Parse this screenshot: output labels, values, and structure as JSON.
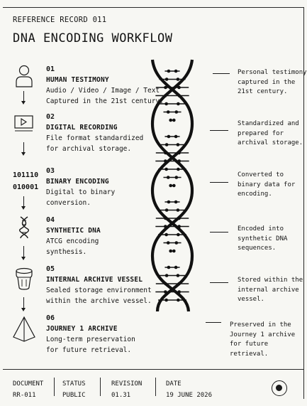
{
  "header": {
    "record_label": "REFERENCE RECORD 011",
    "title": "DNA ENCODING WORKFLOW"
  },
  "binary_icon": {
    "line1": "101110",
    "line2": "010001"
  },
  "steps": [
    {
      "number": "01",
      "heading": "HUMAN TESTIMONY",
      "line1": "Audio / Video / Image / Text",
      "line2": "Captured in the 21st century.",
      "icon": "person-icon"
    },
    {
      "number": "02",
      "heading": "DIGITAL RECORDING",
      "line1": "File format standardized",
      "line2": "for archival storage.",
      "icon": "video-play-icon"
    },
    {
      "number": "03",
      "heading": "BINARY ENCODING",
      "line1": "Digital to binary",
      "line2": "conversion.",
      "icon": "binary-icon"
    },
    {
      "number": "04",
      "heading": "SYNTHETIC DNA",
      "line1": "ATCG encoding",
      "line2": "synthesis.",
      "icon": "dna-icon"
    },
    {
      "number": "05",
      "heading": "INTERNAL ARCHIVE VESSEL",
      "line1": "Sealed storage environment",
      "line2": "within the archive vessel.",
      "icon": "vessel-icon"
    },
    {
      "number": "06",
      "heading": "JOURNEY 1 ARCHIVE",
      "line1": "Long-term preservation",
      "line2": "for future retrieval.",
      "icon": "pyramid-icon"
    }
  ],
  "notes": [
    {
      "line1": "Personal testimony",
      "line2": "captured in the",
      "line3": "21st century."
    },
    {
      "line1": "Standardized and",
      "line2": "prepared for",
      "line3": "archival storage."
    },
    {
      "line1": "Converted to",
      "line2": "binary data for",
      "line3": "encoding."
    },
    {
      "line1": "Encoded into",
      "line2": "synthetic DNA",
      "line3": "sequences."
    },
    {
      "line1": "Stored within the",
      "line2": "internal archive",
      "line3": "vessel."
    },
    {
      "line1": "Preserved in the",
      "line2": "Journey 1 archive",
      "line3": "for future retrieval."
    }
  ],
  "footer": {
    "document_label": "DOCUMENT",
    "document_value": "RR-011",
    "status_label": "STATUS",
    "status_value": "PUBLIC",
    "revision_label": "REVISION",
    "revision_value": "01.31",
    "date_label": "DATE",
    "date_value": "19 JUNE 2026"
  }
}
